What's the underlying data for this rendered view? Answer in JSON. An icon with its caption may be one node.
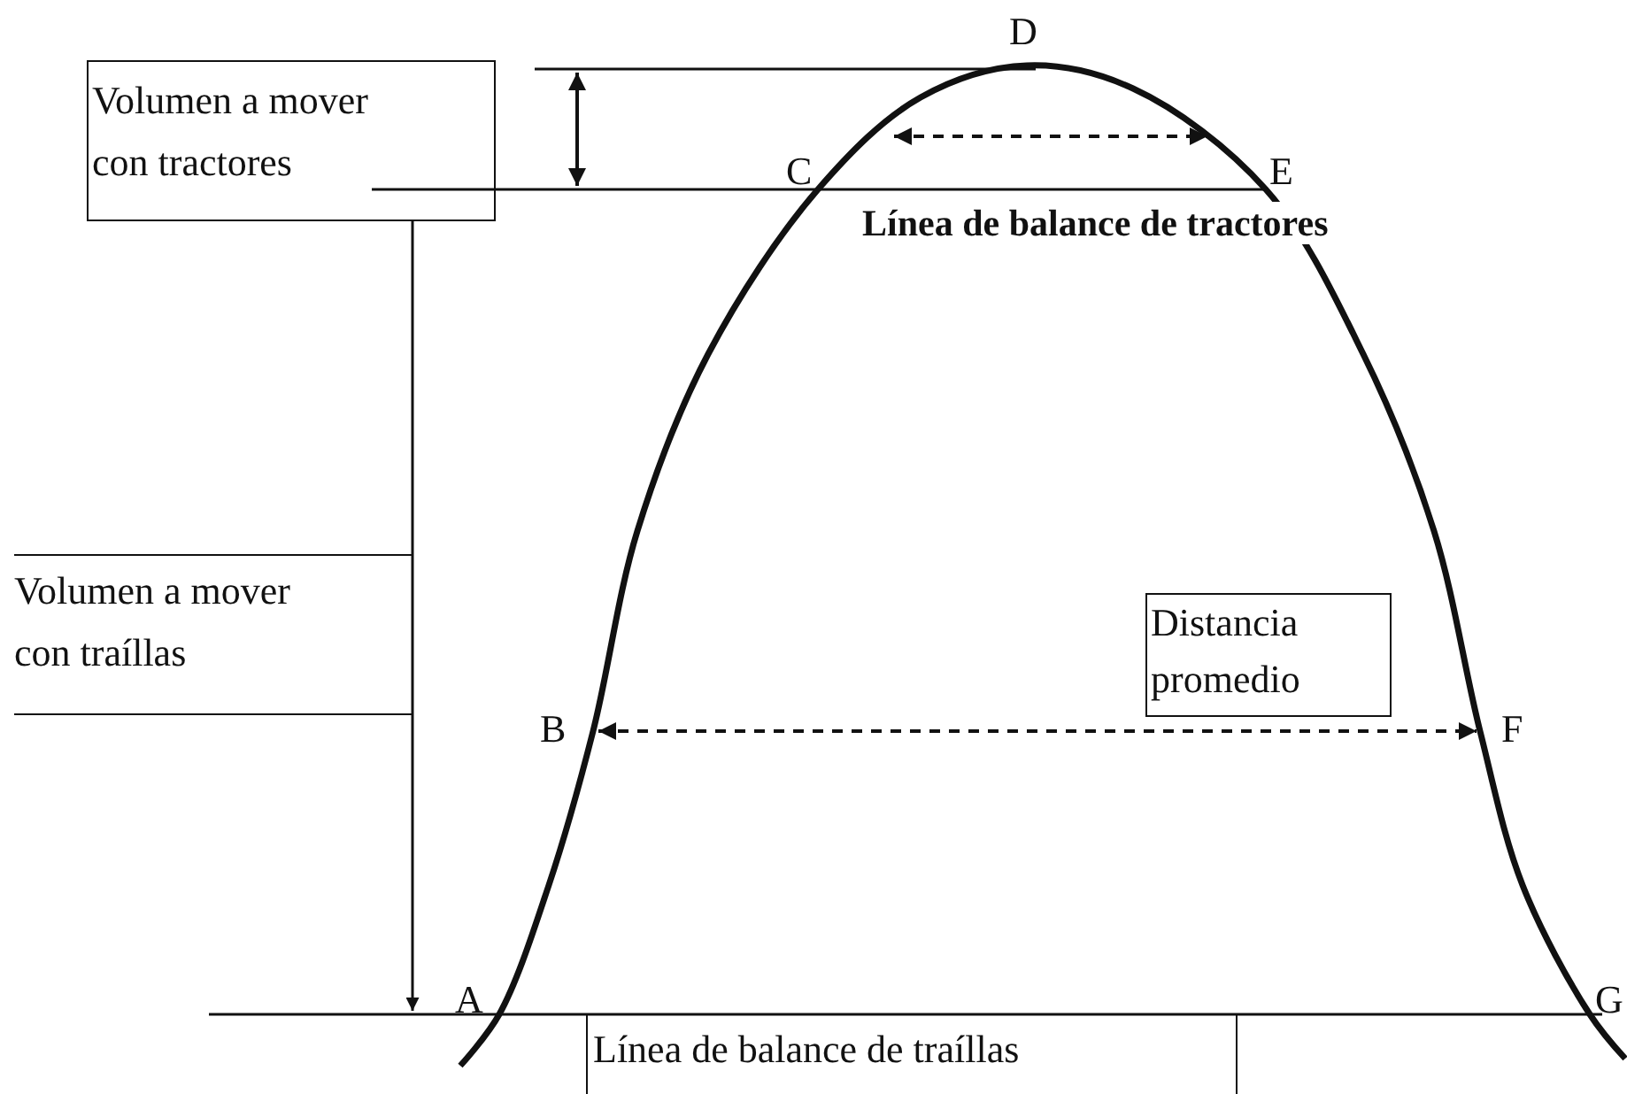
{
  "diagram": {
    "nodes": [
      {
        "text": [
          "Volumen a mover con tractores"
        ]
      },
      {
        "text": [
          "Volumen a mover con traíllas"
        ]
      },
      {
        "text": [
          "Distancia promedio"
        ]
      },
      {
        "text": [
          "Línea de balance de traíllas"
        ]
      }
    ],
    "labels": [
      "D",
      "C",
      "E",
      "Línea de balance de tractores",
      "B",
      "F",
      "A",
      "G"
    ]
  }
}
